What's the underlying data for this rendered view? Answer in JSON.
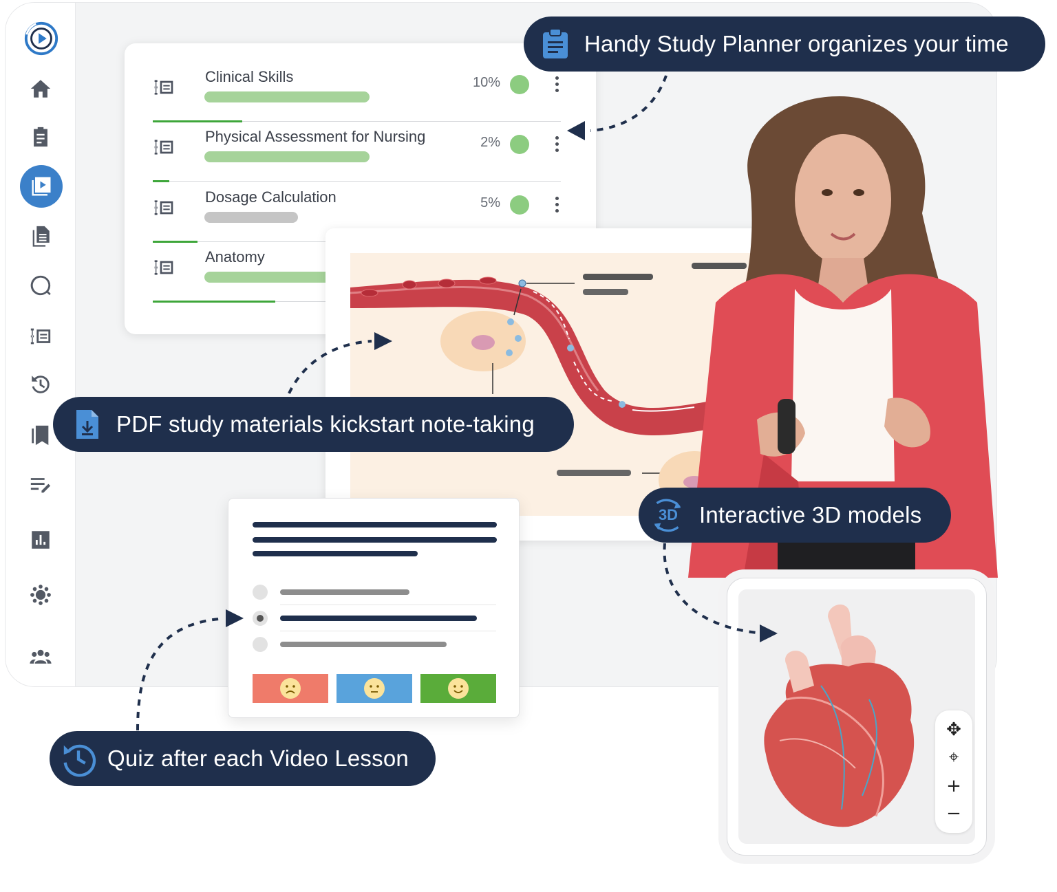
{
  "sidebar": {
    "items": [
      {
        "icon": "logo-play-icon"
      },
      {
        "icon": "home-icon"
      },
      {
        "icon": "clipboard-icon"
      },
      {
        "icon": "video-library-icon",
        "active": true
      },
      {
        "icon": "document-icon"
      },
      {
        "icon": "question-bank-icon"
      },
      {
        "icon": "study-planner-icon"
      },
      {
        "icon": "quiz-history-icon"
      },
      {
        "icon": "flashcards-icon"
      },
      {
        "icon": "notes-icon"
      },
      {
        "icon": "stats-icon"
      },
      {
        "icon": "cell-icon"
      },
      {
        "icon": "community-icon"
      }
    ]
  },
  "planner": {
    "courses": [
      {
        "title": "Clinical Skills",
        "percent": "10%",
        "progress": 0.22
      },
      {
        "title": "Physical Assessment for Nursing",
        "percent": "2%",
        "progress": 0.04
      },
      {
        "title": "Dosage Calculation",
        "percent": "5%",
        "progress": 0.11
      },
      {
        "title": "Anatomy",
        "percent": "",
        "progress": 0.3
      }
    ]
  },
  "quiz": {
    "rating_buttons": [
      {
        "mood": "sad",
        "color": "#ef7b6a"
      },
      {
        "mood": "neutral",
        "color": "#59a3dc"
      },
      {
        "mood": "happy",
        "color": "#5aac3a"
      }
    ]
  },
  "model_controls": {
    "move": "✥",
    "center": "⌖",
    "zoom_in": "+",
    "zoom_out": "−"
  },
  "callouts": {
    "planner": "Handy Study Planner organizes your time",
    "pdf": "PDF study materials kickstart note-taking",
    "models": "Interactive 3D models",
    "models_badge": "3D",
    "quiz": "Quiz after each Video Lesson"
  },
  "colors": {
    "navy": "#1f2f4c",
    "accent_blue": "#3b80c9",
    "green": "#3ea63a"
  }
}
